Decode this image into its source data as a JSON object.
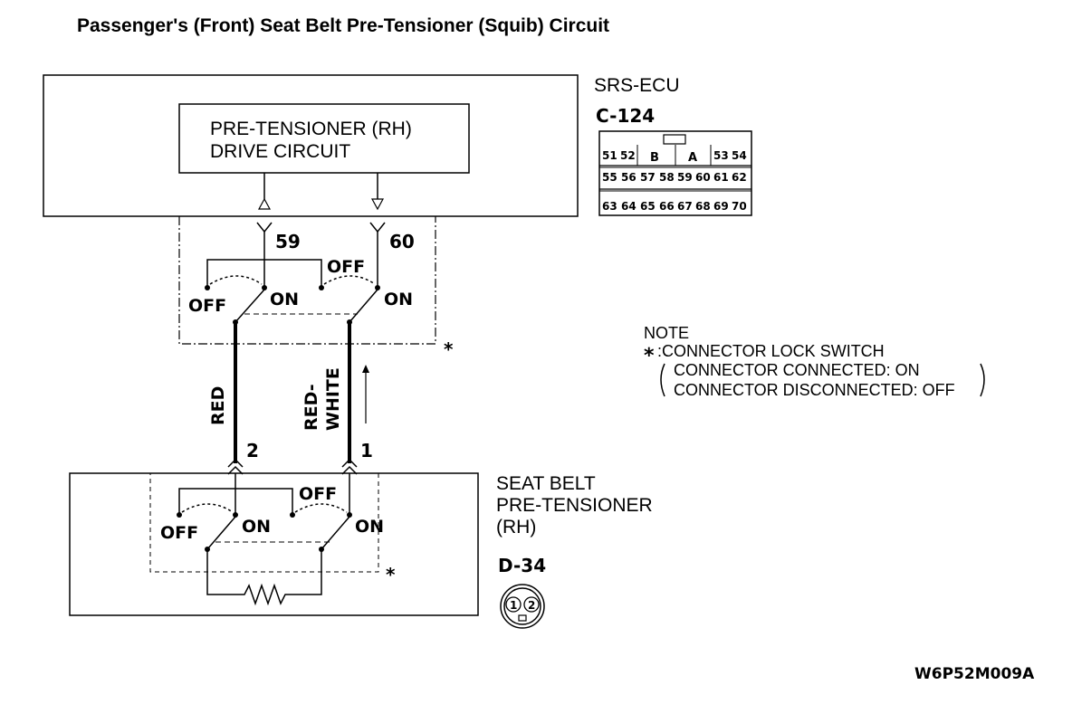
{
  "title": "Passenger's (Front) Seat Belt Pre-Tensioner (Squib) Circuit",
  "ecu": {
    "name": "SRS-ECU",
    "connector": "C-124",
    "drive_circuit_line1": "PRE-TENSIONER (RH)",
    "drive_circuit_line2": "DRIVE CIRCUIT",
    "pin_a": "59",
    "pin_b": "60",
    "connector_pins_row1": [
      "51",
      "52",
      "B",
      "A",
      "53",
      "54"
    ],
    "connector_pins_row2": [
      "55",
      "56",
      "57",
      "58",
      "59",
      "60",
      "61",
      "62"
    ],
    "connector_pins_row3": [
      "63",
      "64",
      "65",
      "66",
      "67",
      "68",
      "69",
      "70"
    ]
  },
  "switch_labels": {
    "off": "OFF",
    "on": "ON",
    "asterisk": "*"
  },
  "wires": {
    "wire1_color": "RED",
    "wire2_color_line1": "RED-",
    "wire2_color_line2": "WHITE",
    "pin_2": "2",
    "pin_1": "1"
  },
  "pretensioner": {
    "line1": "SEAT BELT",
    "line2": "PRE-TENSIONER",
    "line3": "(RH)",
    "connector": "D-34",
    "pin_1": "1",
    "pin_2": "2"
  },
  "note": {
    "heading": "NOTE",
    "line1": ":CONNECTOR LOCK SWITCH",
    "line2": "CONNECTOR CONNECTED: ON",
    "line3": "CONNECTOR DISCONNECTED: OFF",
    "asterisk": "*"
  },
  "figure_code": "W6P52M009A"
}
